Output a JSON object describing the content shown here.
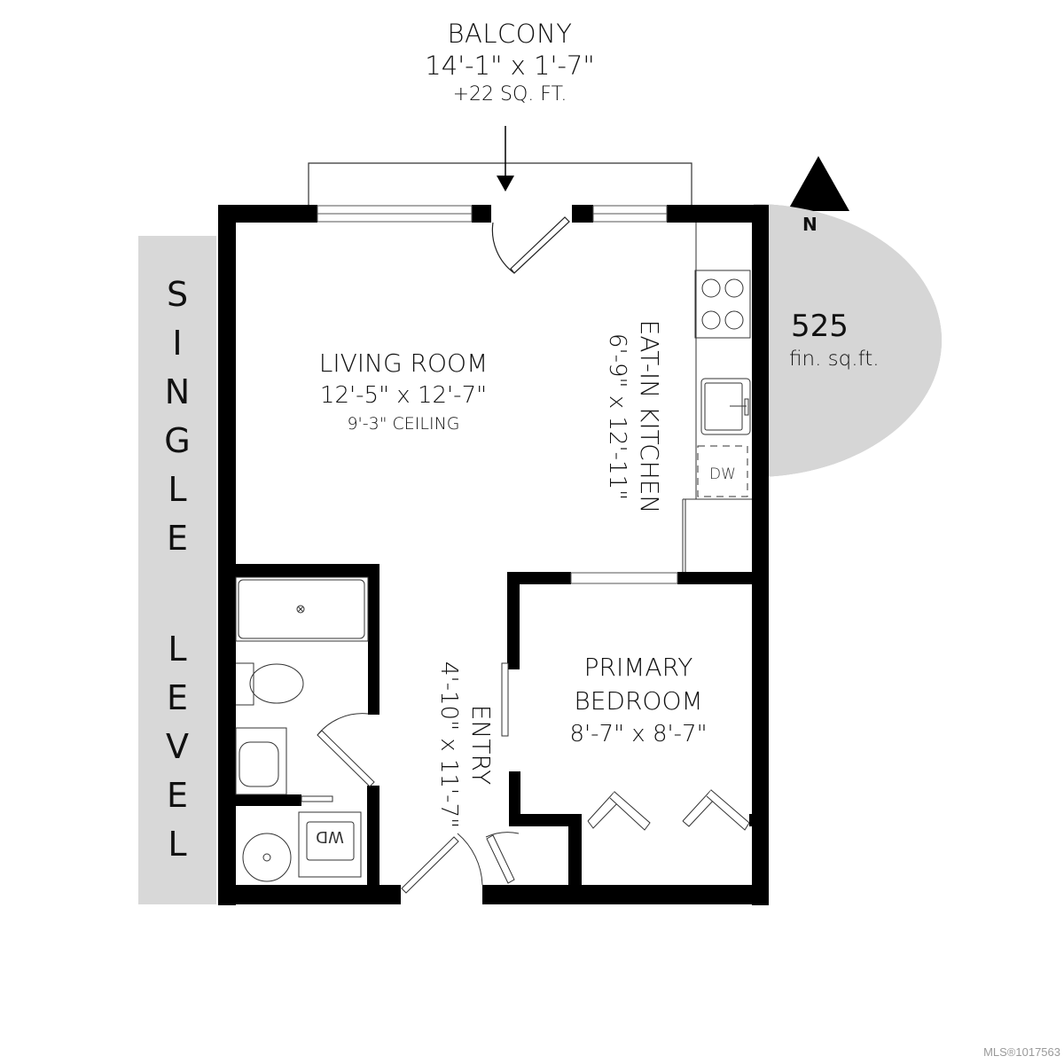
{
  "balcony": {
    "name": "BALCONY",
    "dimensions": "14'-1\" x 1'-7\"",
    "area": "+22 SQ. FT."
  },
  "rooms": {
    "living_room": {
      "name": "LIVING ROOM",
      "dimensions": "12'-5\" x 12'-7\"",
      "ceiling": "9'-3\" CEILING"
    },
    "kitchen": {
      "name": "EAT-IN KITCHEN",
      "dimensions": "6'-9\" x 12'-11\""
    },
    "entry": {
      "name": "ENTRY",
      "dimensions": "4'-10\" x 11'-7\""
    },
    "bedroom": {
      "name_line1": "PRIMARY",
      "name_line2": "BEDROOM",
      "dimensions": "8'-7\" x 8'-7\""
    }
  },
  "appliances": {
    "dishwasher": "DW",
    "washer_dryer": "WD"
  },
  "level": {
    "letters_word1": [
      "S",
      "I",
      "N",
      "G",
      "L",
      "E"
    ],
    "letters_word2": [
      "L",
      "E",
      "V",
      "E",
      "L"
    ]
  },
  "area_badge": {
    "value": "525",
    "unit": "fin. sq.ft.",
    "north_label": "N"
  },
  "footer": {
    "mls": "MLS®1017563"
  },
  "colors": {
    "wall": "#000000",
    "band": "#d8d8d8",
    "badge": "#d6d6d6",
    "fixture_line": "#222222"
  }
}
